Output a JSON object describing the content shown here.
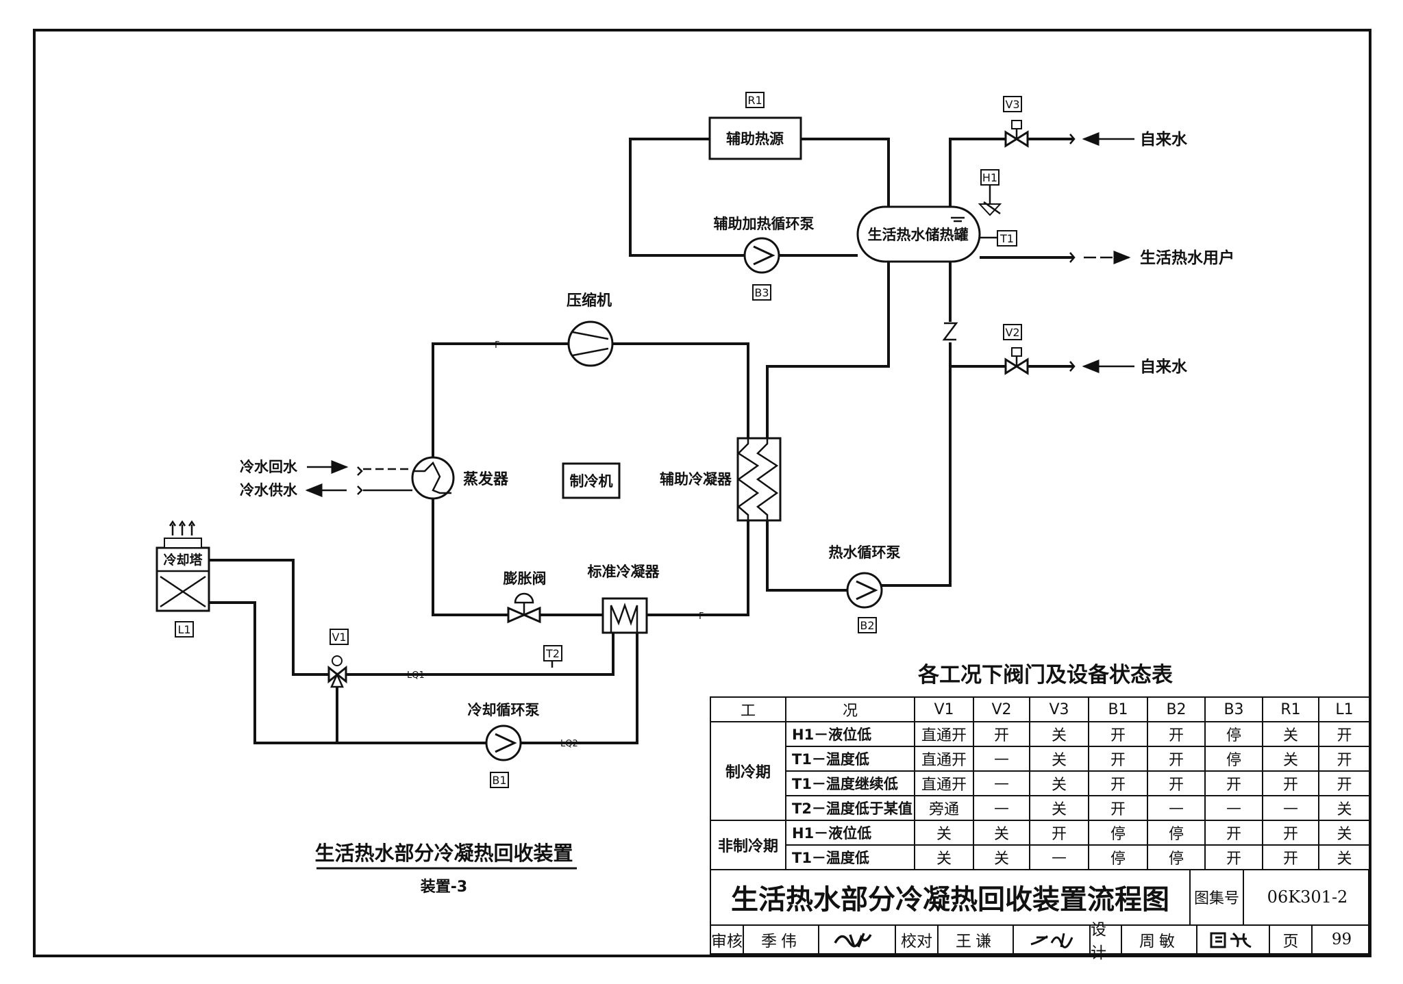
{
  "diagram": {
    "labels": {
      "r1_tag": "R1",
      "aux_heat_source": "辅助热源",
      "v3_tag": "V3",
      "tap_water_1": "自来水",
      "h1_tag": "H1",
      "aux_heating_pump": "辅助加热循环泵",
      "storage_tank": "生活热水储热罐",
      "t1_tag": "T1",
      "hot_water_users": "生活热水用户",
      "b3_tag": "B3",
      "compressor": "压缩机",
      "v2_tag": "V2",
      "tap_water_2": "自来水",
      "chilled_return": "冷水回水",
      "chilled_supply": "冷水供水",
      "evaporator": "蒸发器",
      "chiller": "制冷机",
      "aux_condenser": "辅助冷凝器",
      "cooling_tower": "冷却塔",
      "l1_tag": "L1",
      "expansion_valve": "膨胀阀",
      "std_condenser": "标准冷凝器",
      "hot_water_pump": "热水循环泵",
      "b2_tag": "B2",
      "v1_tag": "V1",
      "t2_tag": "T2",
      "lq1": "LQ1",
      "lq2": "LQ2",
      "cooling_pump": "冷却循环泵",
      "b1_tag": "B1",
      "f1": "F",
      "f2": "F"
    },
    "caption": "生活热水部分冷凝热回收装置",
    "subcaption": "装置-3"
  },
  "state_table": {
    "title": "各工况下阀门及设备状态表",
    "header": {
      "col1": "工",
      "col2": "况",
      "cols": [
        "V1",
        "V2",
        "V3",
        "B1",
        "B2",
        "B3",
        "R1",
        "L1"
      ]
    },
    "groups": [
      {
        "name": "制冷期",
        "rows": [
          {
            "condition": "H1－液位低",
            "values": [
              "直通开",
              "开",
              "关",
              "开",
              "开",
              "停",
              "关",
              "开"
            ]
          },
          {
            "condition": "T1－温度低",
            "values": [
              "直通开",
              "—",
              "关",
              "开",
              "开",
              "停",
              "关",
              "开"
            ]
          },
          {
            "condition": "T1－温度继续低",
            "values": [
              "直通开",
              "—",
              "关",
              "开",
              "开",
              "开",
              "开",
              "开"
            ]
          },
          {
            "condition": "T2－温度低于某值",
            "values": [
              "旁通",
              "—",
              "关",
              "开",
              "—",
              "—",
              "—",
              "关"
            ]
          }
        ]
      },
      {
        "name": "非制冷期",
        "rows": [
          {
            "condition": "H1－液位低",
            "values": [
              "关",
              "关",
              "开",
              "停",
              "停",
              "开",
              "开",
              "关"
            ]
          },
          {
            "condition": "T1－温度低",
            "values": [
              "关",
              "关",
              "—",
              "停",
              "停",
              "开",
              "开",
              "关"
            ]
          }
        ]
      }
    ]
  },
  "title_block": {
    "main_title": "生活热水部分冷凝热回收装置流程图",
    "atlas_label": "图集号",
    "atlas_number": "06K301-2",
    "review_label": "审核",
    "reviewer": "季伟",
    "check_label": "校对",
    "checker": "王谦",
    "design_label": "设计",
    "designer": "周敏",
    "page_label": "页",
    "page_number": "99"
  }
}
